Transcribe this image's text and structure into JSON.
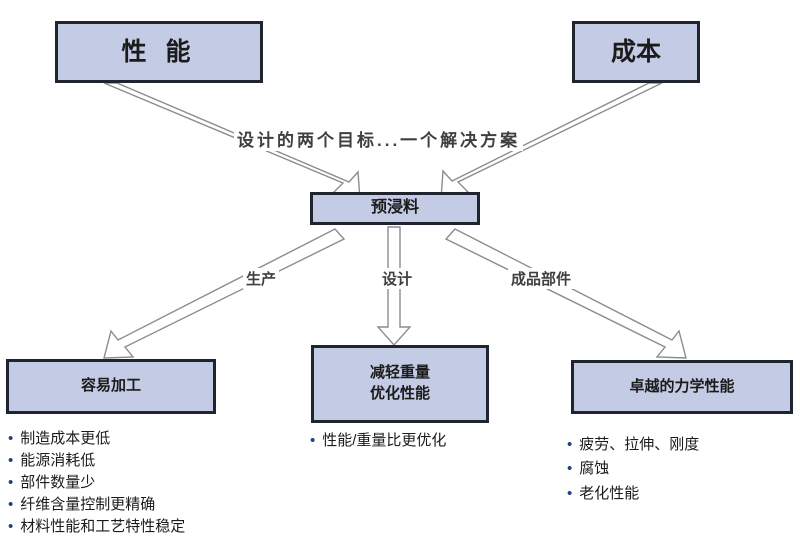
{
  "diagram": {
    "title_concept": "预浸料设计流程图",
    "colors": {
      "box_fill": "#c4cbe4",
      "box_border": "#20242e",
      "arrow_fill": "#ffffff",
      "arrow_stroke": "#8c8c8c",
      "bullet_color": "#1f3f86",
      "label_color": "#3f3f3f"
    },
    "nodes": {
      "performance": {
        "label": "性 能"
      },
      "cost": {
        "label": "成本"
      },
      "prepreg": {
        "label": "预浸料"
      },
      "easy_process": {
        "label": "容易加工"
      },
      "weight_perf": {
        "line1": "减轻重量",
        "line2": "优化性能"
      },
      "mech_perf": {
        "label": "卓越的力学性能"
      }
    },
    "edge_labels": {
      "two_goals": "设计的两个目标...一个解决方案",
      "production": "生产",
      "design": "设计",
      "finished_part": "成品部件"
    },
    "bullets": {
      "bullet_char": "•",
      "left": [
        "制造成本更低",
        "能源消耗低",
        "部件数量少",
        "纤维含量控制更精确",
        "材料性能和工艺特性稳定"
      ],
      "middle": [
        "性能/重量比更优化"
      ],
      "right": [
        "疲劳、拉伸、刚度",
        "腐蚀",
        "老化性能"
      ]
    }
  }
}
